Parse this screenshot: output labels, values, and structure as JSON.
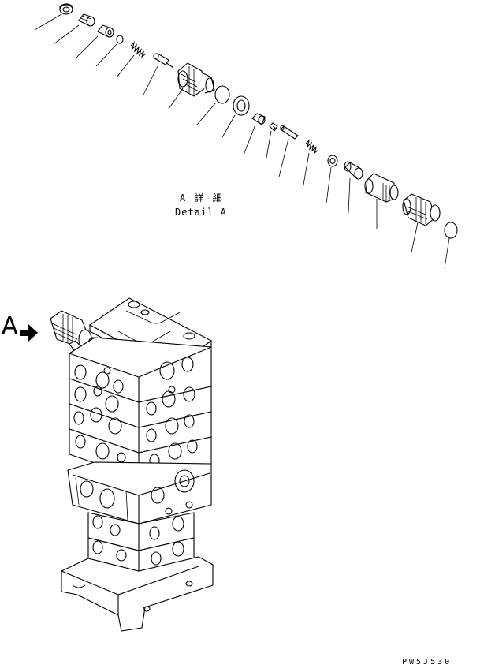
{
  "detail": {
    "label_jp": "A 詳 細",
    "label_en": "Detail A"
  },
  "view_arrow": {
    "letter": "A",
    "arrow_icon": "filled-right-arrow"
  },
  "drawing_code": "PW5J530",
  "colors": {
    "line": "#000000",
    "background": "#ffffff"
  }
}
